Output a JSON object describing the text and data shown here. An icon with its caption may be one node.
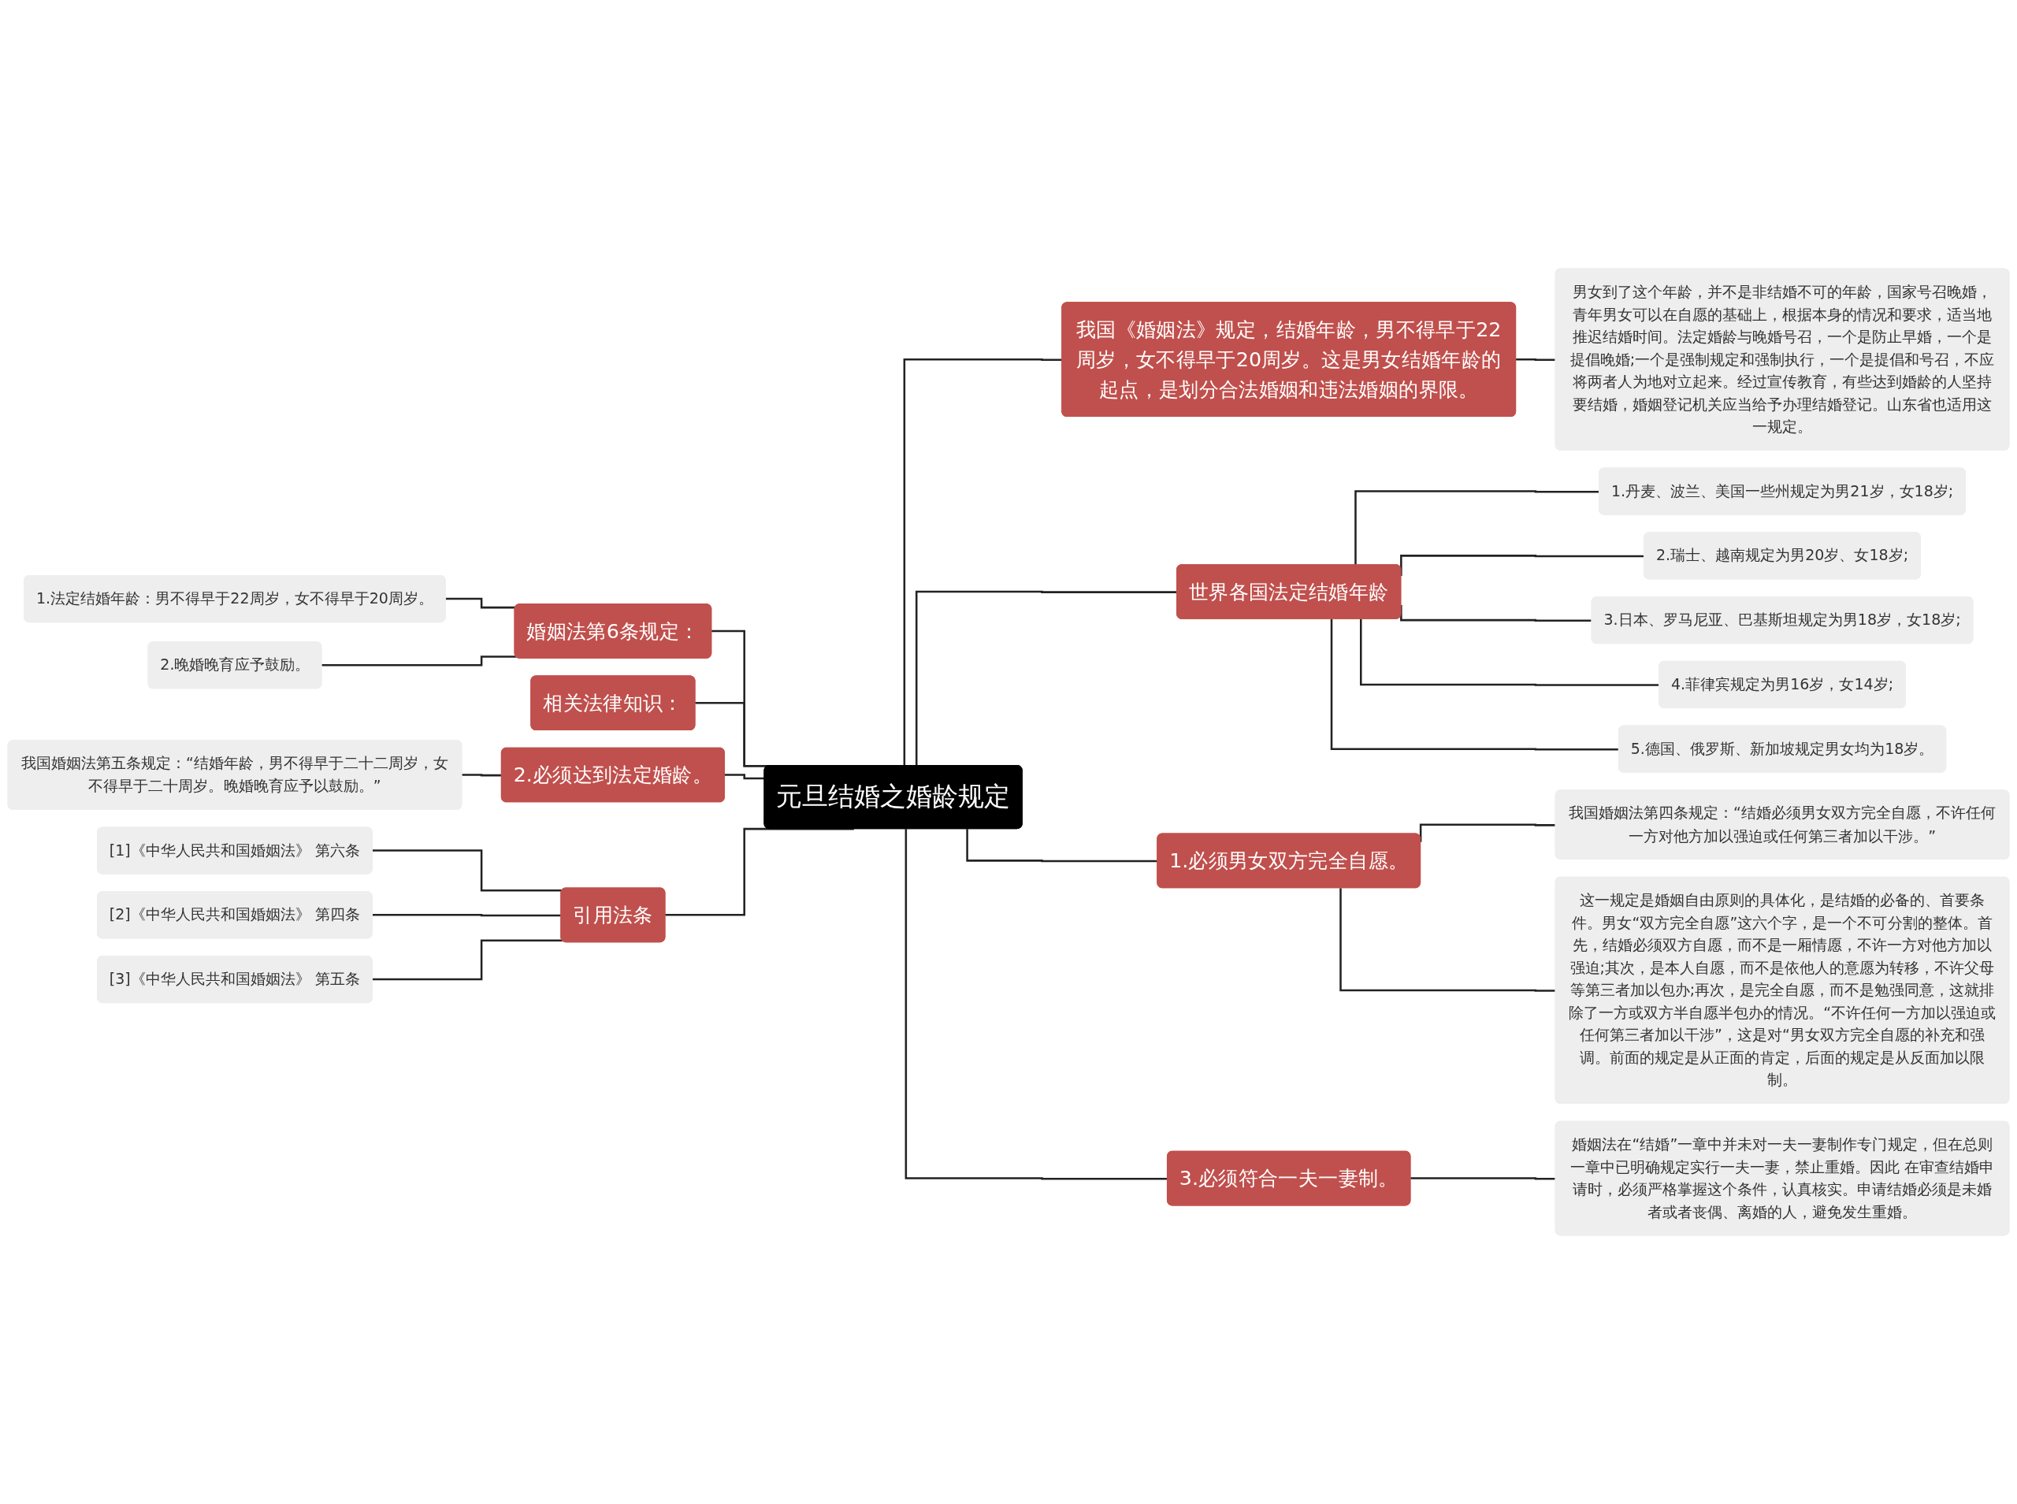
{
  "diagram": {
    "nodes": [
      {
        "text": [
          "元旦结婚之婚龄规定"
        ]
      },
      {
        "text": [
          "我国《婚姻法》规定，结婚年龄，男不得早于22周岁，女不得早于20周岁。这是男女结婚年龄的起点，是划分合法婚姻和违法婚姻的界限。"
        ]
      },
      {
        "text": [
          "男女到了这个年龄，并不是非结婚不可的年龄，国家号召晚婚，青年男女可以在自愿的基础上，根据本身的情况和要求，适当地推迟结婚时间。法定婚龄与晚婚号召，一个是防止早婚，一个是提倡晚婚;一个是强制规定和强制执行，一个是提倡和号召，不应将两者人为地对立起来。经过宣传教育，有些达到婚龄的人坚持要结婚，婚姻登记机关应当给予办理结婚登记。山东省也适用这一规定。"
        ]
      },
      {
        "text": [
          "世界各国法定结婚年龄"
        ]
      },
      {
        "text": [
          "1.丹麦、波兰、美国一些州规定为男21岁，女18岁;"
        ]
      },
      {
        "text": [
          "2.瑞士、越南规定为男20岁、女18岁;"
        ]
      },
      {
        "text": [
          "3.日本、罗马尼亚、巴基斯坦规定为男18岁，女18岁;"
        ]
      },
      {
        "text": [
          "4.菲律宾规定为男16岁，女14岁;"
        ]
      },
      {
        "text": [
          "5.德国、俄罗斯、新加坡规定男女均为18岁。"
        ]
      },
      {
        "text": [
          "1.必须男女双方完全自愿。"
        ]
      },
      {
        "text": [
          "我国婚姻法第四条规定：“结婚必须男女双方完全自愿，不许任何一方对他方加以强迫或任何第三者加以干涉。”"
        ]
      },
      {
        "text": [
          "这一规定是婚姻自由原则的具体化，是结婚的必备的、首要条件。男女“双方完全自愿”这六个字，是一个不可分割的整体。首先，结婚必须双方自愿，而不是一厢情愿，不许一方对他方加以强迫;其次，是本人自愿，而不是依他人的意愿为转移，不许父母等第三者加以包办;再次，是完全自愿，而不是勉强同意，这就排除了一方或双方半自愿半包办的情况。“不许任何一方加以强迫或任何第三者加以干涉”，这是对“男女双方完全自愿的补充和强调。前面的规定是从正面的肯定，后面的规定是从反面加以限制。"
        ]
      },
      {
        "text": [
          "3.必须符合一夫一妻制。"
        ]
      },
      {
        "text": [
          "婚姻法在“结婚”一章中并未对一夫一妻制作专门规定，但在总则一章中已明确规定实行一夫一妻，禁止重婚。因此 在审查结婚申请时，必须严格掌握这个条件，认真核实。申请结婚必须是未婚者或者丧偶、离婚的人，避免发生重婚。"
        ]
      },
      {
        "text": [
          "婚姻法第6条规定："
        ]
      },
      {
        "text": [
          "1.法定结婚年龄：男不得早于22周岁，女不得早于20周岁。"
        ]
      },
      {
        "text": [
          "2.晚婚晚育应予鼓励。"
        ]
      },
      {
        "text": [
          "相关法律知识："
        ]
      },
      {
        "text": [
          "2.必须达到法定婚龄。"
        ]
      },
      {
        "text": [
          "我国婚姻法第五条规定：“结婚年龄，男不得早于二十二周岁，女不得早于二十周岁。晚婚晚育应予以鼓励。”"
        ]
      },
      {
        "text": [
          "引用法条"
        ]
      },
      {
        "text": [
          "[1]《中华人民共和国婚姻法》 第六条"
        ]
      },
      {
        "text": [
          "[2]《中华人民共和国婚姻法》 第四条"
        ]
      },
      {
        "text": [
          "[3]《中华人民共和国婚姻法》 第五条"
        ]
      }
    ],
    "edges": [
      {
        "from": 0,
        "to": 1,
        "arrow": "none"
      },
      {
        "from": 1,
        "to": 2,
        "arrow": "none"
      },
      {
        "from": 0,
        "to": 3,
        "arrow": "none"
      },
      {
        "from": 3,
        "to": 4,
        "arrow": "none"
      },
      {
        "from": 3,
        "to": 5,
        "arrow": "none"
      },
      {
        "from": 3,
        "to": 6,
        "arrow": "none"
      },
      {
        "from": 3,
        "to": 7,
        "arrow": "none"
      },
      {
        "from": 3,
        "to": 8,
        "arrow": "none"
      },
      {
        "from": 0,
        "to": 9,
        "arrow": "none"
      },
      {
        "from": 9,
        "to": 10,
        "arrow": "none"
      },
      {
        "from": 9,
        "to": 11,
        "arrow": "none"
      },
      {
        "from": 0,
        "to": 12,
        "arrow": "none"
      },
      {
        "from": 12,
        "to": 13,
        "arrow": "none"
      },
      {
        "from": 14,
        "to": 0,
        "arrow": "none"
      },
      {
        "from": 15,
        "to": 14,
        "arrow": "none"
      },
      {
        "from": 16,
        "to": 14,
        "arrow": "none"
      },
      {
        "from": 17,
        "to": 0,
        "arrow": "none"
      },
      {
        "from": 18,
        "to": 0,
        "arrow": "none"
      },
      {
        "from": 19,
        "to": 18,
        "arrow": "none"
      },
      {
        "from": 20,
        "to": 0,
        "arrow": "none"
      },
      {
        "from": 21,
        "to": 20,
        "arrow": "none"
      },
      {
        "from": 22,
        "to": 20,
        "arrow": "none"
      },
      {
        "from": 23,
        "to": 20,
        "arrow": "none"
      }
    ]
  }
}
